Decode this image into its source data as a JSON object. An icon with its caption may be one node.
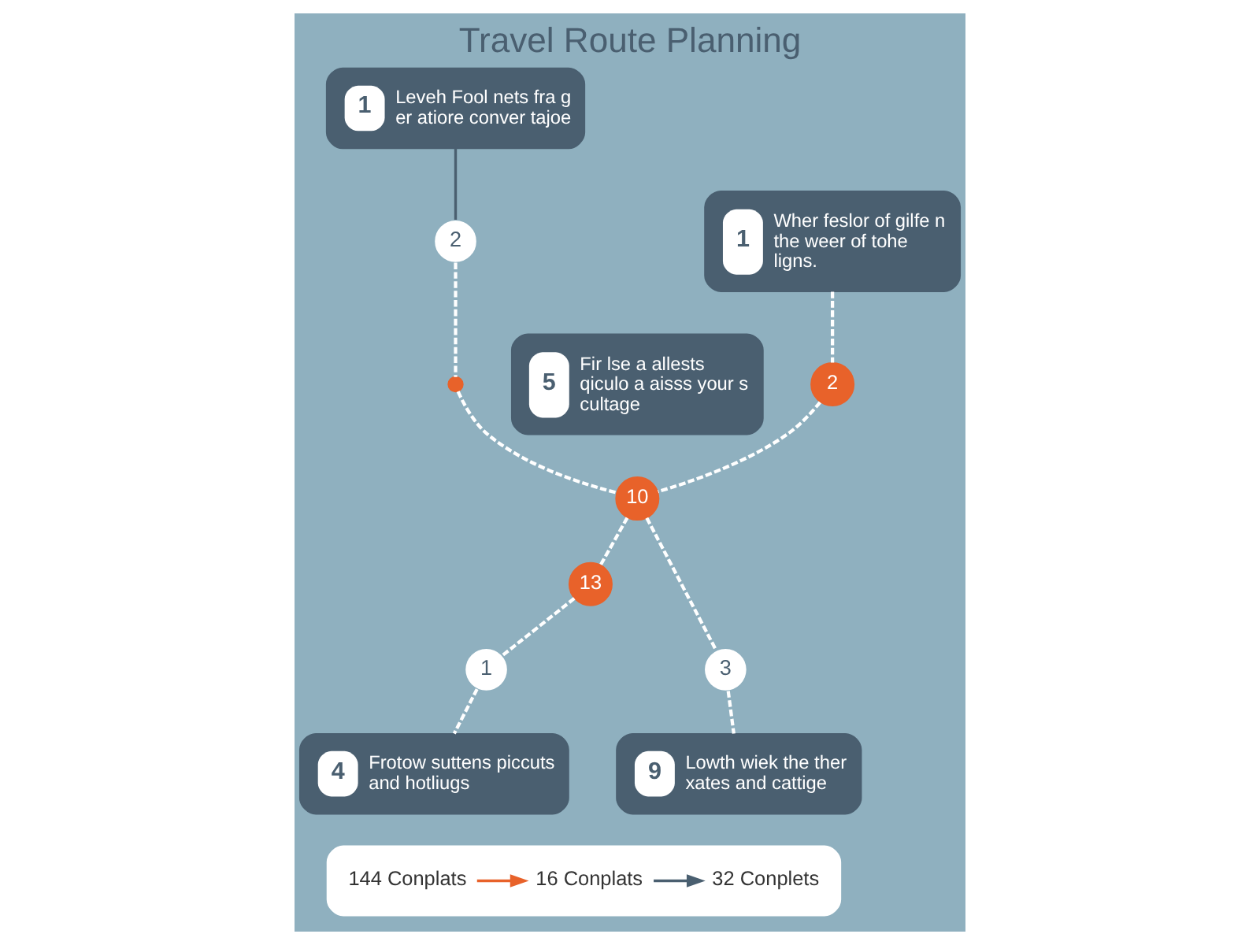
{
  "diagram": {
    "title": "Travel Route Planning",
    "nodes": [
      {
        "text": [
          "1",
          "Leveh Fool nets fra g er atiore conver tajoe"
        ]
      },
      {
        "text": [
          "1",
          "Wher feslor of gilfe n the weer of tohe ligns."
        ]
      },
      {
        "text": [
          "5",
          "Fir lse a allests qiculo a aisss your s cultage"
        ]
      },
      {
        "text": [
          "4",
          "Frotow suttens piccuts and hotliugs"
        ]
      },
      {
        "text": [
          "9",
          "Lowth wiek the ther xates and cattige"
        ]
      },
      {
        "text": [
          "2"
        ]
      },
      {
        "text": [
          "2"
        ]
      },
      {
        "text": [
          "10"
        ]
      },
      {
        "text": [
          "1"
        ]
      },
      {
        "text": [
          "13"
        ]
      },
      {
        "text": [
          "3"
        ]
      },
      {
        "text": [],
        "shape": "circle"
      },
      {
        "text": [],
        "shape": "box"
      },
      {
        "text": [
          "144 Conplats"
        ],
        "in": 12
      },
      {
        "text": [
          "16 Conplats"
        ],
        "in": 12
      },
      {
        "text": [
          "32 Conplets"
        ],
        "in": 12
      }
    ],
    "edges": [
      {
        "from": 0,
        "to": 5,
        "arrow": "none",
        "color": "#4a5f70"
      },
      {
        "from": 5,
        "to": 11,
        "arrow": "none",
        "style": "dashed"
      },
      {
        "from": 11,
        "to": 7,
        "arrow": "none",
        "style": "dashed"
      },
      {
        "from": 1,
        "to": 6,
        "arrow": "none",
        "style": "dashed"
      },
      {
        "from": 6,
        "to": 7,
        "arrow": "none",
        "style": "dashed"
      },
      {
        "from": 7,
        "to": 9,
        "arrow": "none",
        "style": "dashed"
      },
      {
        "from": 9,
        "to": 8,
        "arrow": "none",
        "style": "dashed"
      },
      {
        "from": 8,
        "to": 3,
        "arrow": "none",
        "style": "dashed"
      },
      {
        "from": 7,
        "to": 10,
        "arrow": "none",
        "style": "dashed"
      },
      {
        "from": 10,
        "to": 4,
        "arrow": "none",
        "style": "dashed"
      },
      {
        "from": 13,
        "to": 14,
        "arrow": "to",
        "color": "#e8622a"
      },
      {
        "from": 14,
        "to": 15,
        "arrow": "to",
        "color": "#4a5f70"
      }
    ]
  }
}
